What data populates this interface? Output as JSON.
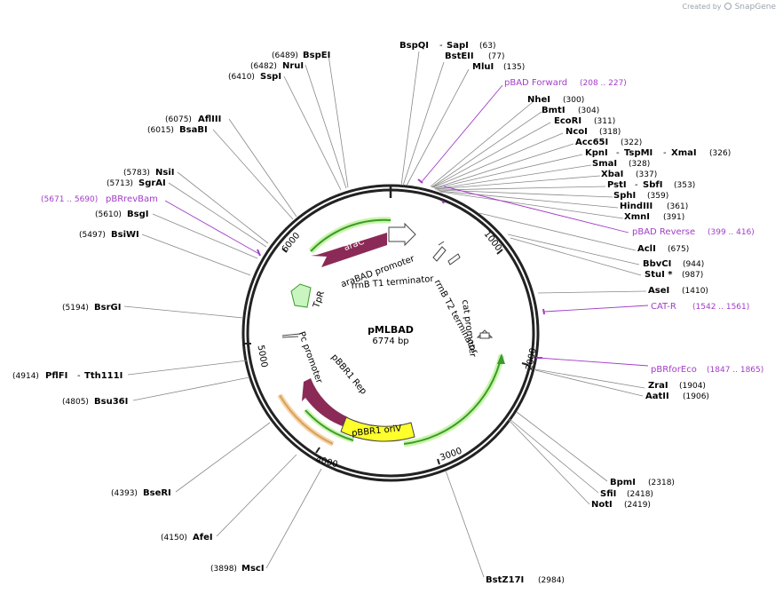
{
  "brand": {
    "prefix": "Created by",
    "name": "SnapGene"
  },
  "plasmid": {
    "name": "pMLBAD",
    "length": "6774 bp",
    "length_bp": 6774
  },
  "ticks": [
    "1000",
    "2000",
    "3000",
    "4000",
    "5000",
    "6000"
  ],
  "sites": [
    {
      "name": "BspQI",
      "pos": "63"
    },
    {
      "name": "SapI",
      "pos": "63"
    },
    {
      "name": "BstEII",
      "pos": "77"
    },
    {
      "name": "MluI",
      "pos": "135"
    },
    {
      "name": "NheI",
      "pos": "300"
    },
    {
      "name": "BmtI",
      "pos": "304"
    },
    {
      "name": "EcoRI",
      "pos": "311"
    },
    {
      "name": "NcoI",
      "pos": "318"
    },
    {
      "name": "Acc65I",
      "pos": "322"
    },
    {
      "name": "KpnI",
      "pos": "326"
    },
    {
      "name": "TspMI",
      "pos": "326"
    },
    {
      "name": "XmaI",
      "pos": "326"
    },
    {
      "name": "SmaI",
      "pos": "328"
    },
    {
      "name": "XbaI",
      "pos": "337"
    },
    {
      "name": "PstI",
      "pos": "353"
    },
    {
      "name": "SbfI",
      "pos": "353"
    },
    {
      "name": "SphI",
      "pos": "359"
    },
    {
      "name": "HindIII",
      "pos": "361"
    },
    {
      "name": "XmnI",
      "pos": "391"
    },
    {
      "name": "AclI",
      "pos": "675"
    },
    {
      "name": "BbvCI",
      "pos": "944"
    },
    {
      "name": "StuI *",
      "pos": "987"
    },
    {
      "name": "AseI",
      "pos": "1410"
    },
    {
      "name": "ZraI",
      "pos": "1904"
    },
    {
      "name": "AatII",
      "pos": "1906"
    },
    {
      "name": "BpmI",
      "pos": "2318"
    },
    {
      "name": "SfiI",
      "pos": "2418"
    },
    {
      "name": "NotI",
      "pos": "2419"
    },
    {
      "name": "BstZ17I",
      "pos": "2984"
    },
    {
      "name": "MscI",
      "pos": "3898"
    },
    {
      "name": "AfeI",
      "pos": "4150"
    },
    {
      "name": "BseRI",
      "pos": "4393"
    },
    {
      "name": "Bsu36I",
      "pos": "4805"
    },
    {
      "name": "PflFI",
      "pos": "4914"
    },
    {
      "name": "Tth111I",
      "pos": "4914"
    },
    {
      "name": "BsrGI",
      "pos": "5194"
    },
    {
      "name": "BsiWI",
      "pos": "5497"
    },
    {
      "name": "BsgI",
      "pos": "5610"
    },
    {
      "name": "SgrAI",
      "pos": "5713"
    },
    {
      "name": "NsiI",
      "pos": "5783"
    },
    {
      "name": "BsaBI",
      "pos": "6015"
    },
    {
      "name": "AflIII",
      "pos": "6075"
    },
    {
      "name": "SspI",
      "pos": "6410"
    },
    {
      "name": "NruI",
      "pos": "6482"
    },
    {
      "name": "BspEI",
      "pos": "6489"
    }
  ],
  "primers": [
    {
      "name": "pBAD Forward",
      "range": "(208 .. 227)"
    },
    {
      "name": "pBAD Reverse",
      "range": "(399 .. 416)"
    },
    {
      "name": "CAT-R",
      "range": "(1542 .. 1561)"
    },
    {
      "name": "pBRforEco",
      "range": "(1847 .. 1865)"
    },
    {
      "name": "pBRrevBam",
      "range": "(5671 .. 5690)"
    }
  ],
  "features": {
    "araC": "araC",
    "araBAD_promoter": "araBAD promoter",
    "rrnB_T1": "rrnB T1 terminator",
    "rrnB_T2": "rrnB T2 terminator",
    "cat_promoter": "cat promoter",
    "TpR": "TpR",
    "Pc_promoter": "Pc promoter",
    "pBBR1_Rep": "pBBR1 Rep",
    "pBBR1_oriV": "pBBR1 oriV"
  },
  "colors": {
    "primer": "#a23cc8",
    "araC": "#8b2a57",
    "oriV": "#ffff2b",
    "green": "#3c9a2e",
    "orange": "#d9a05a",
    "tp_fill": "#c8f5c0"
  }
}
